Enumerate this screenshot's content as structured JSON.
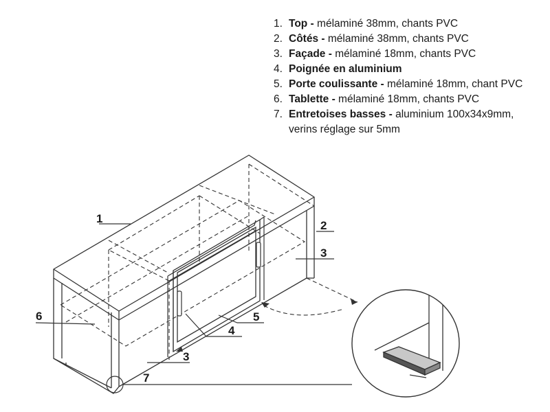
{
  "legend": [
    {
      "num": "1.",
      "label": "Top -",
      "desc": " mélaminé 38mm, chants PVC"
    },
    {
      "num": "2.",
      "label": "Côtés -",
      "desc": " mélaminé 38mm, chants PVC"
    },
    {
      "num": "3.",
      "label": "Façade -",
      "desc": " mélaminé 18mm, chants PVC"
    },
    {
      "num": "4.",
      "label": "Poignée en aluminium",
      "desc": ""
    },
    {
      "num": "5.",
      "label": "Porte coulissante -",
      "desc": " mélaminé 18mm, chant PVC"
    },
    {
      "num": "6.",
      "label": "Tablette -",
      "desc": " mélaminé 18mm, chants PVC"
    },
    {
      "num": "7.",
      "label": "Entretoises basses -",
      "desc": " aluminium 100x34x9mm,",
      "cont": "verins réglage sur 5mm"
    }
  ],
  "callouts": {
    "c1": "1",
    "c2": "2",
    "c3a": "3",
    "c3b": "3",
    "c4": "4",
    "c5": "5",
    "c6": "6",
    "c7": "7"
  }
}
